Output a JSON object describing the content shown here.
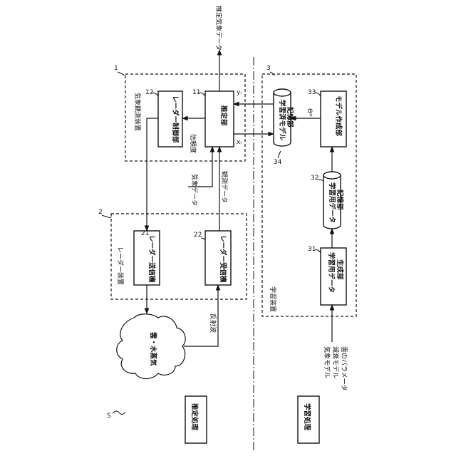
{
  "top_output": "推定気象データ",
  "estimation_section_label": "推定処理",
  "learning_section_label": "学習処理",
  "system_ref": "S",
  "weather_device": {
    "ref": "1",
    "label": "気象観測装置",
    "radar_control": {
      "ref": "12",
      "label": "レーダー制御部"
    },
    "estimation": {
      "ref": "11",
      "label": "推定部"
    },
    "reliability": "信頼度",
    "y_var": "yᵢ",
    "x_var": "xᵢ"
  },
  "radar_device": {
    "ref": "2",
    "label": "レーダー装置",
    "transmitter": {
      "ref": "21",
      "label": "レーダー送信機"
    },
    "receiver": {
      "ref": "22",
      "label": "レーダー受信機"
    }
  },
  "learning_device": {
    "ref": "3",
    "label": "学習装置",
    "learned_model_storage": {
      "ref": "34",
      "label1": "学習済モデル",
      "label2": "記憶部"
    },
    "model_creation": {
      "ref": "33",
      "label": "モデル作成部"
    },
    "theta": "Θ*",
    "learning_data_storage": {
      "ref": "32",
      "label1": "学習用データ",
      "label2": "記憶部"
    },
    "learning_data_generation": {
      "ref": "31",
      "label1": "学習用データ",
      "label2": "生成部"
    }
  },
  "meteorological_data": "気象データ",
  "observation_data": "観測データ",
  "reflected_wave": "反射波",
  "cloud_label": "雲・水蒸気",
  "input_params": [
    "気象モデル",
    "減衰モデル",
    "雲のパラメータ"
  ]
}
